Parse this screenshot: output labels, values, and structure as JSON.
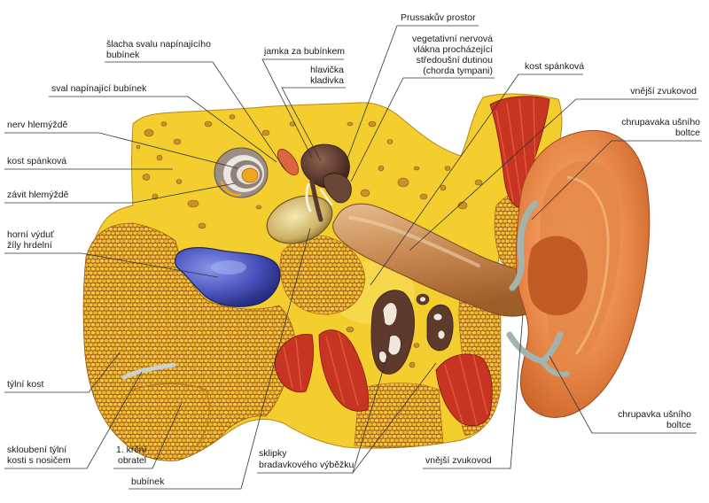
{
  "labels": {
    "prussak_space": "Prussakův prostor",
    "tensor_tendon": [
      "šlacha svalu napínajícího",
      "bubínek"
    ],
    "recess": "jamka za bubínkem",
    "malleus_head": [
      "hlavička",
      "kladivka"
    ],
    "chorda_tympani": [
      "vegetativní nervová",
      "vlákna procházející",
      "středoušní dutinou",
      "(chorda tympani)"
    ],
    "temporal_bone_right": "kost spánková",
    "ear_canal_top": "vnější zvukovod",
    "auricle_cartilage_top": [
      "chrupavaka ušního",
      "boltce"
    ],
    "tensor_muscle": "sval napínající bubínek",
    "cochlear_nerve": "nerv hlemýždě",
    "temporal_bone_left": "kost spánková",
    "cochlea_turn": "závit hlemýždě",
    "jugular_bulb": [
      "horní výduť",
      "žíly hrdelní"
    ],
    "occipital_bone": "týlní kost",
    "atlanto_occipital_joint": [
      "skloubení týlní",
      "kosti s nosičem"
    ],
    "atlas": [
      "1. krční",
      "obratel"
    ],
    "eardrum": "bubínek",
    "mastoid_cells": [
      "sklipky",
      "bradavkového výběžku"
    ],
    "ear_canal_bottom": "vnější zvukovod",
    "auricle_cartilage_bottom": [
      "chrupavka ušního",
      "boltce"
    ]
  },
  "colors": {
    "bone": "#f4ce2e",
    "muscle": "#c83422",
    "cartilage": "#a3b4ad",
    "label_text": "#1a1a1a",
    "leader_line": "#333333"
  }
}
